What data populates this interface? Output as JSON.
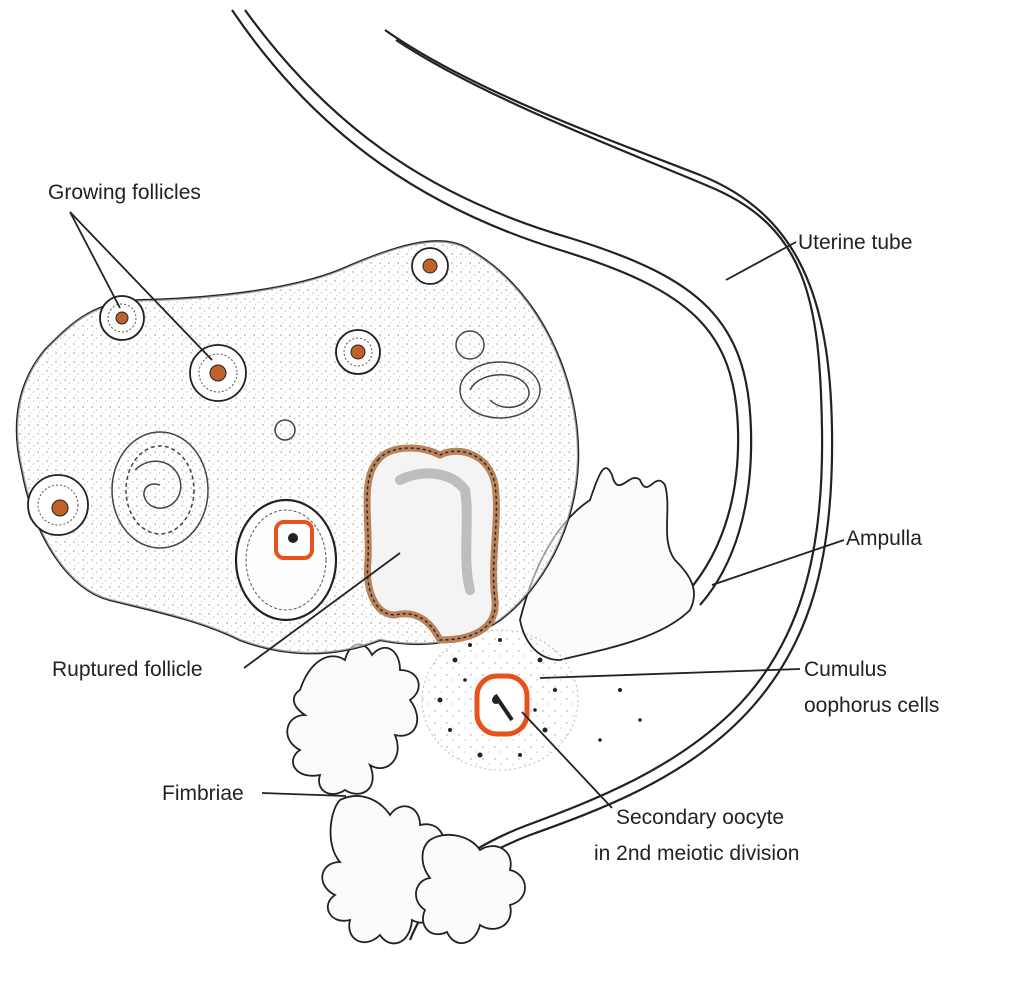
{
  "labels": {
    "growing_follicles": "Growing follicles",
    "uterine_tube": "Uterine tube",
    "ampulla": "Ampulla",
    "cumulus_line1": "Cumulus",
    "cumulus_line2": "oophorus cells",
    "ruptured_follicle": "Ruptured follicle",
    "fimbriae": "Fimbriae",
    "oocyte_line1": "Secondary oocyte",
    "oocyte_line2": "in 2nd meiotic division"
  },
  "colors": {
    "ink": "#222222",
    "highlight": "#e8501c",
    "follicle_center": "#c0602a",
    "corpus_luteum": "#b9825a",
    "background": "#ffffff"
  }
}
